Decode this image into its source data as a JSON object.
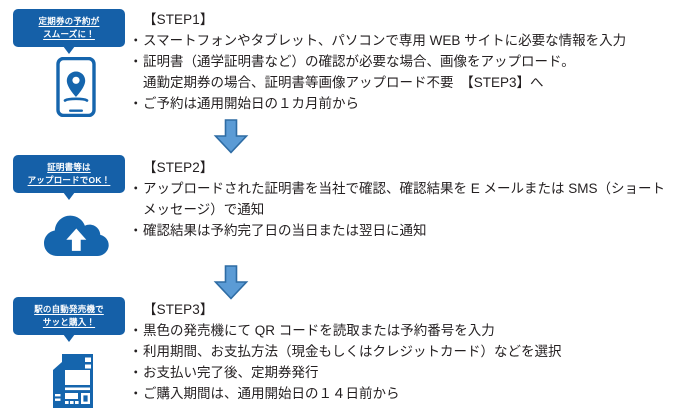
{
  "meta": {
    "accent_blue": "#1560a8",
    "icon_blue": "#1565ad",
    "arrow_fill": "#5b9bd5",
    "arrow_stroke": "#2e6ca4",
    "text_color": "#231f20",
    "background": "#ffffff"
  },
  "steps": [
    {
      "badge": {
        "name": "badge-step1",
        "line1": "定期券の予約が",
        "line2": "スムーズに！"
      },
      "icon": "smartphone-location-icon",
      "title": "【STEP1】",
      "lines": [
        {
          "bulleted": true,
          "text": "スマートフォンやタブレット、パソコンで専用 WEB サイトに必要な情報を入力"
        },
        {
          "bulleted": true,
          "text": "証明書（通学証明書など）の確認が必要な場合、画像をアップロード。"
        },
        {
          "bulleted": false,
          "text": "通勤定期券の場合、証明書等画像アップロード不要　【STEP3】へ"
        },
        {
          "bulleted": true,
          "text": "ご予約は通用開始日の１カ月前から"
        }
      ]
    },
    {
      "badge": {
        "name": "badge-step2",
        "line1": "証明書等は",
        "line2": "アップロードでOK！"
      },
      "icon": "cloud-upload-icon",
      "title": "【STEP2】",
      "lines": [
        {
          "bulleted": true,
          "text": "アップロードされた証明書を当社で確認、確認結果を E メールまたは SMS（ショート"
        },
        {
          "bulleted": false,
          "text": "メッセージ）で通知"
        },
        {
          "bulleted": true,
          "text": "確認結果は予約完了日の当日または翌日に通知"
        }
      ]
    },
    {
      "badge": {
        "name": "badge-step3",
        "line1": "駅の自動発売機で",
        "line2": "サッと購入！"
      },
      "icon": "ticket-vending-machine-icon",
      "title": "【STEP3】",
      "lines": [
        {
          "bulleted": true,
          "text": "黒色の発売機にて QR コードを読取または予約番号を入力"
        },
        {
          "bulleted": true,
          "text": "利用期間、お支払方法（現金もしくはクレジットカード）などを選択"
        },
        {
          "bulleted": true,
          "text": "お支払い完了後、定期券発行"
        },
        {
          "bulleted": true,
          "text": "ご購入期間は、通用開始日の１４日前から"
        }
      ]
    }
  ],
  "connectors": [
    {
      "name": "down-arrow-step1-to-step2"
    },
    {
      "name": "down-arrow-step2-to-step3"
    }
  ]
}
